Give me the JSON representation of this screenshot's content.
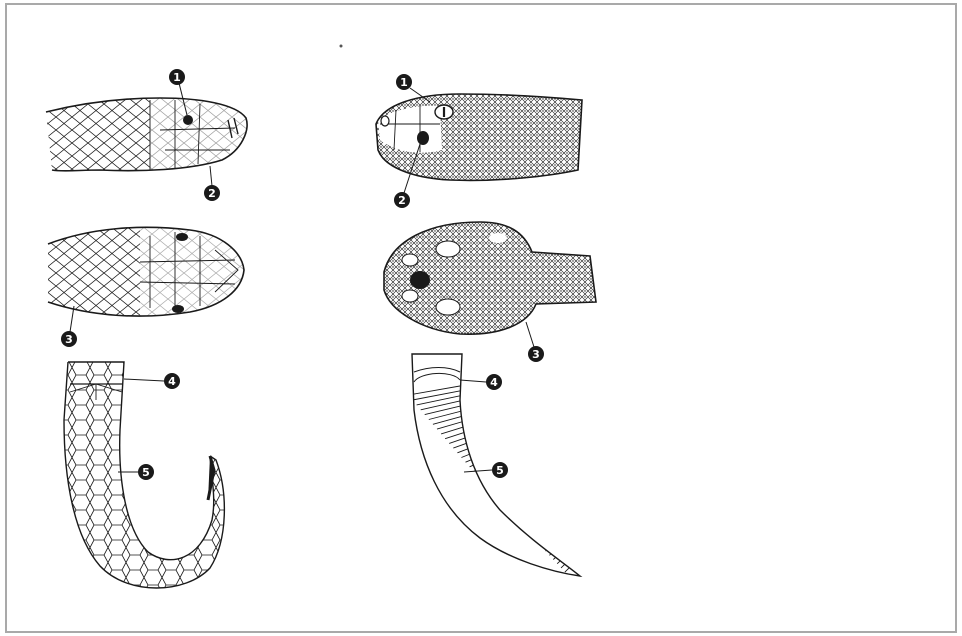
{
  "figure": {
    "border_color": "#a9a9a9",
    "ink_color": "#1a1a1a",
    "marker_fill": "#1a1a1a",
    "marker_text_color": "#ffffff",
    "left_column": {
      "side_view": {
        "callouts": [
          "1",
          "2"
        ]
      },
      "top_view": {
        "callouts": [
          "3"
        ]
      },
      "tail": {
        "callouts": [
          "4",
          "5"
        ]
      }
    },
    "right_column": {
      "side_view": {
        "callouts": [
          "1",
          "2"
        ]
      },
      "top_view": {
        "callouts": [
          "3"
        ]
      },
      "tail": {
        "callouts": [
          "4",
          "5"
        ]
      }
    }
  }
}
